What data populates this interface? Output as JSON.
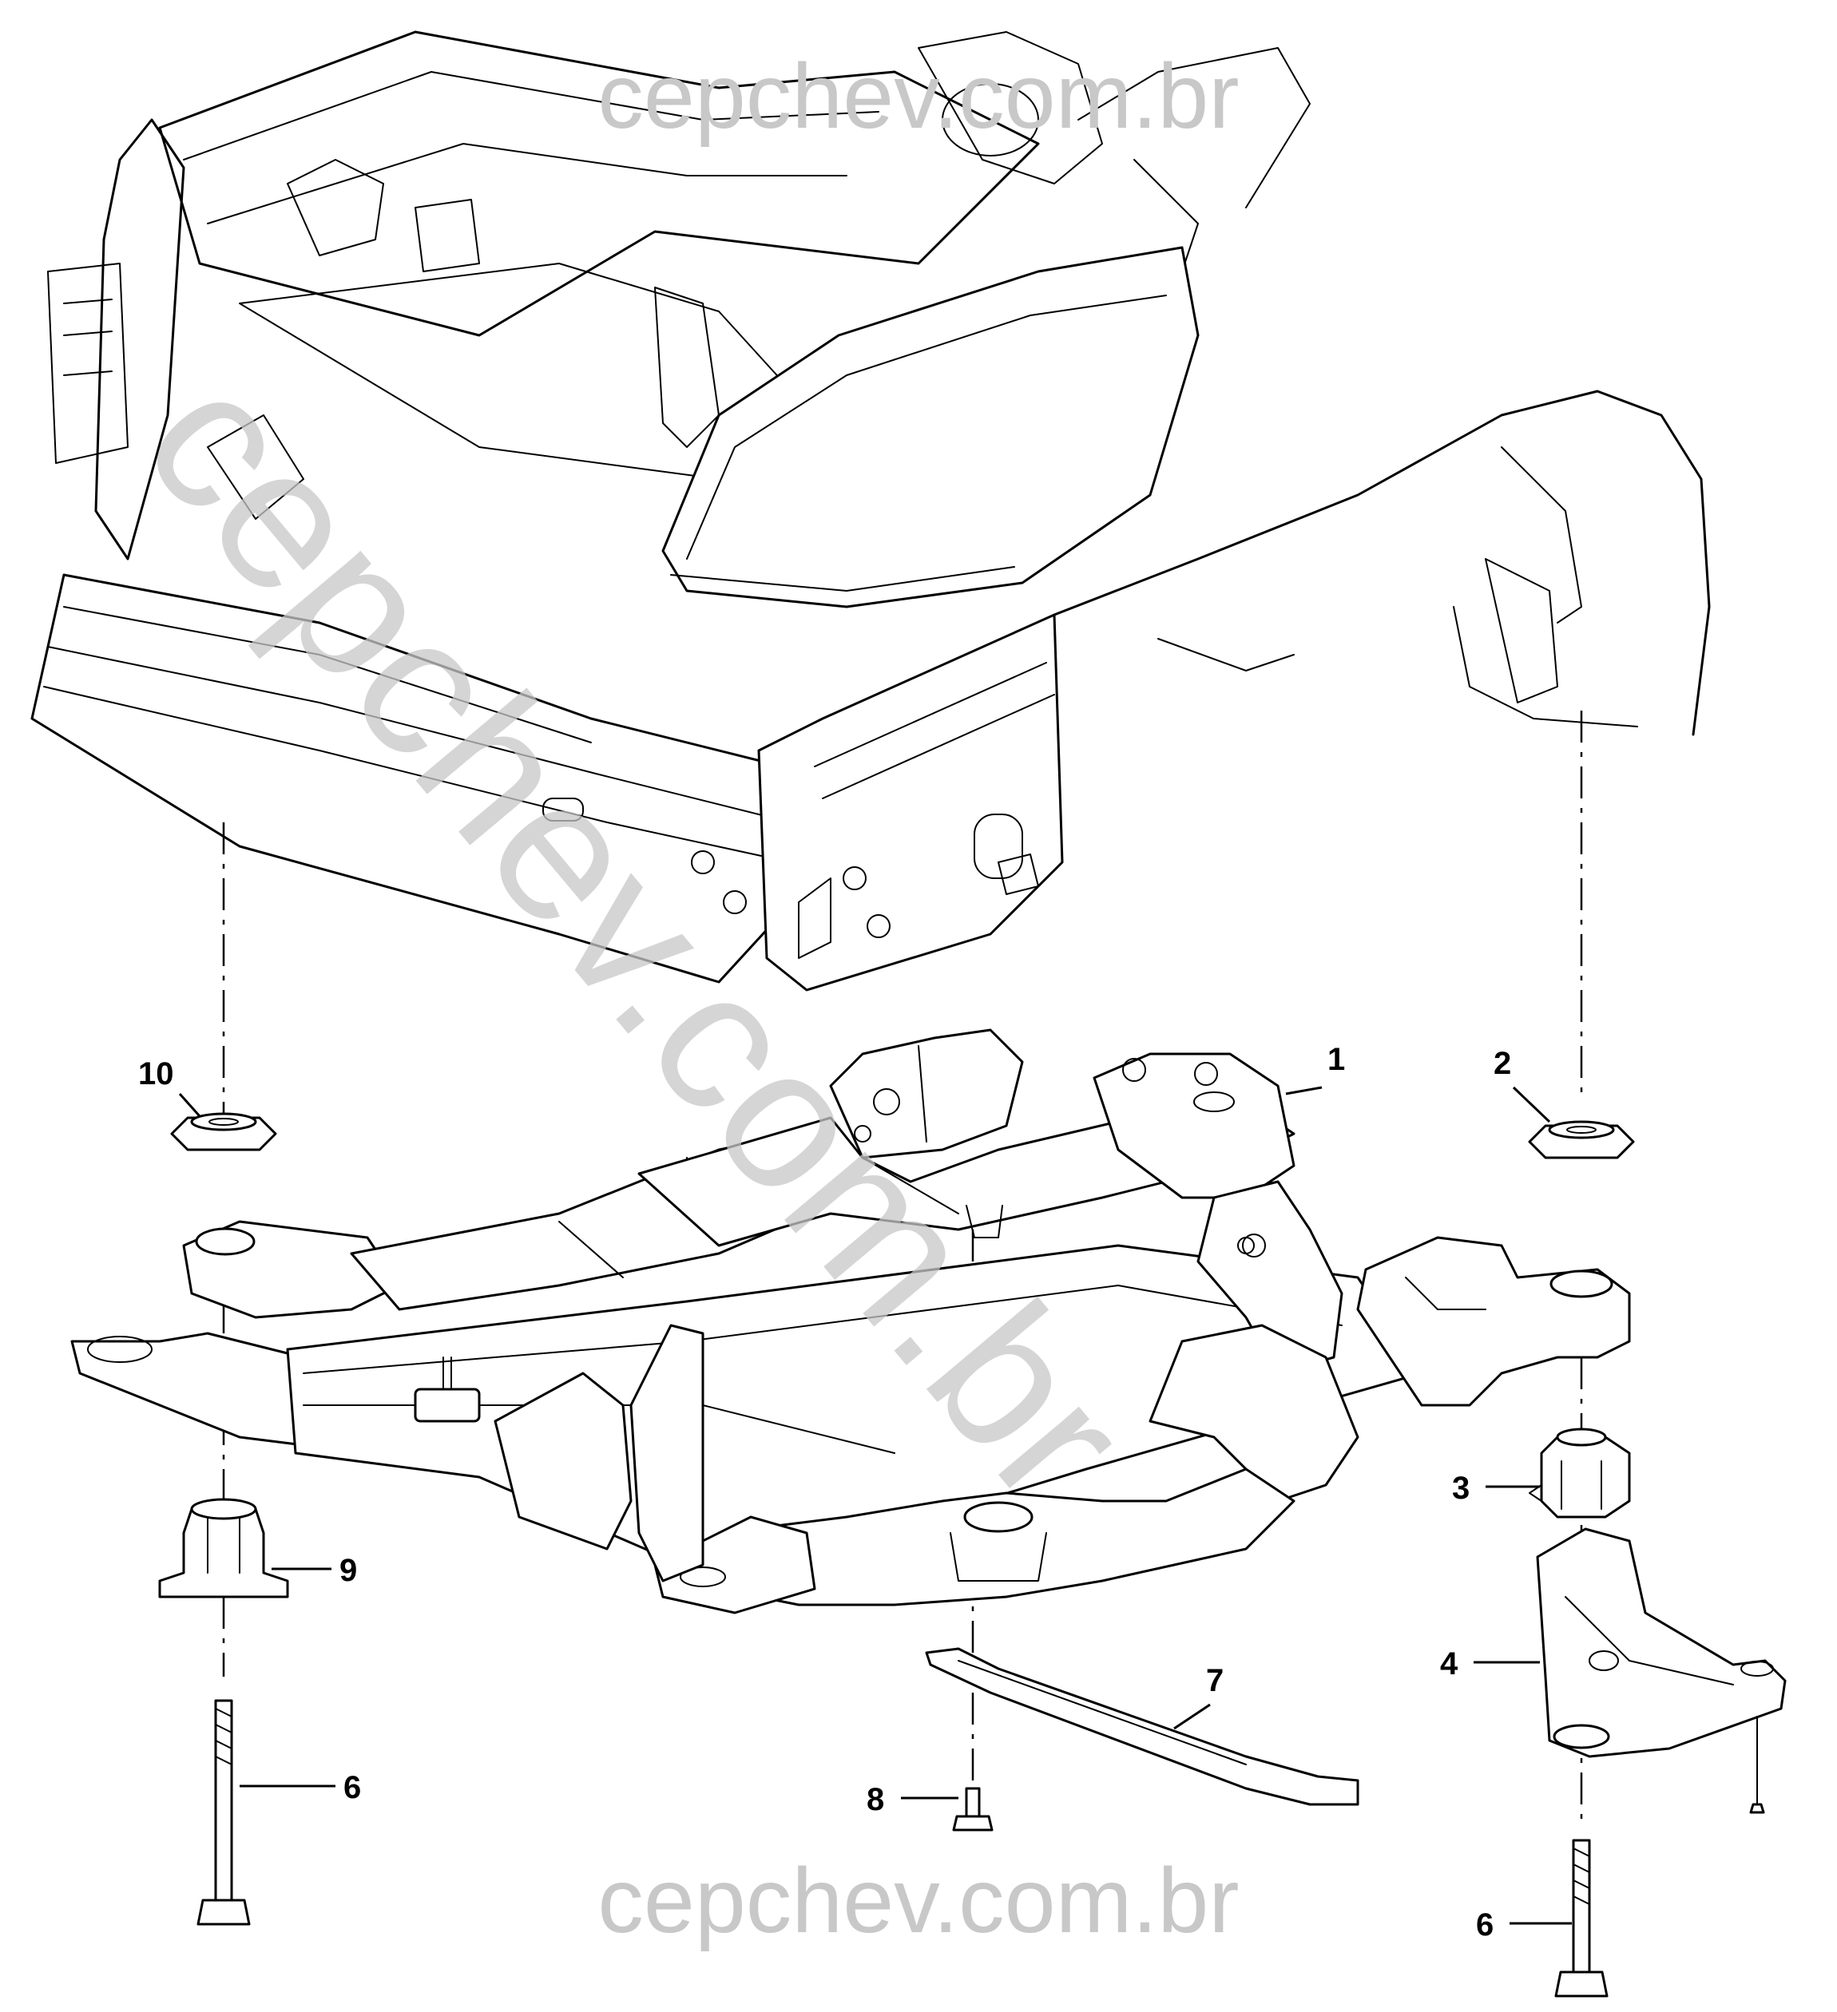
{
  "watermarks": {
    "top": "cepchev.com.br",
    "bottom": "cepchev.com.br",
    "diagonal": "cepchev.com.br"
  },
  "callouts": {
    "c1": "1",
    "c2": "2",
    "c3": "3",
    "c4": "4",
    "c6a": "6",
    "c6b": "6",
    "c7": "7",
    "c8": "8",
    "c9": "9",
    "c10": "10"
  }
}
